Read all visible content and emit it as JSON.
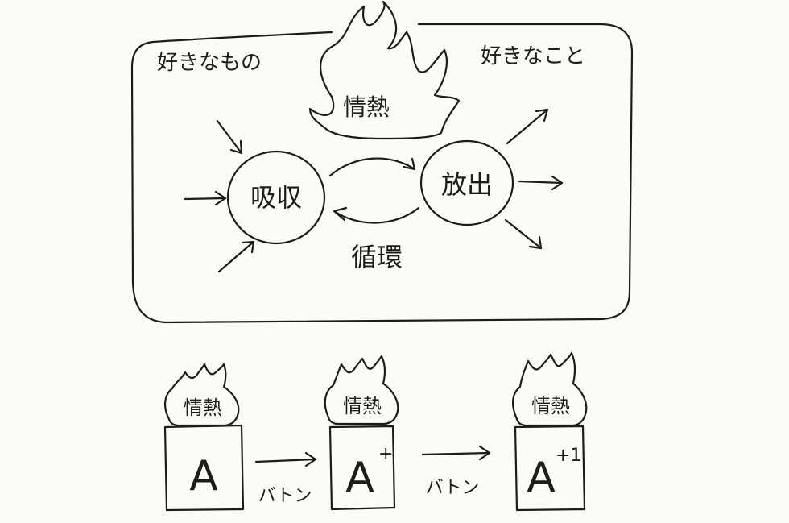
{
  "top": {
    "left_label": "好きなもの",
    "right_label": "好きなこと",
    "flame_label": "情熱",
    "absorb_label": "吸収",
    "emit_label": "放出",
    "cycle_label": "循環"
  },
  "bottom": {
    "stages": [
      {
        "flame_label": "情熱",
        "letter": "A",
        "sup": ""
      },
      {
        "flame_label": "情熱",
        "letter": "A",
        "sup": "+"
      },
      {
        "flame_label": "情熱",
        "letter": "A",
        "sup": "+1"
      }
    ],
    "baton_labels": [
      "バトン",
      "バトン"
    ]
  }
}
